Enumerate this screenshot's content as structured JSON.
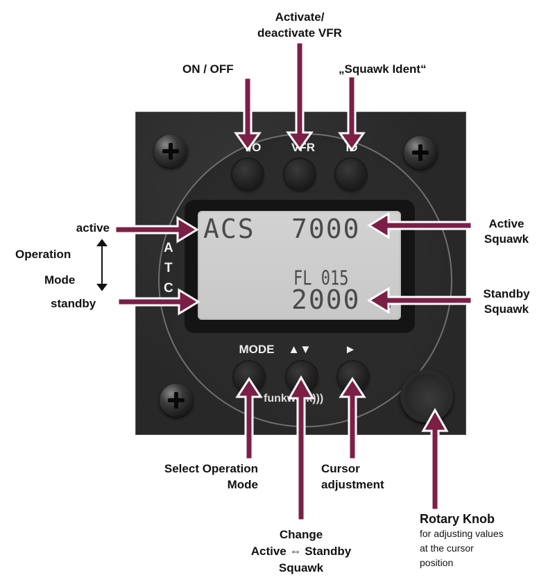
{
  "colors": {
    "arrow": "#7b1f47",
    "arrow_outline": "#ffffff",
    "panel": "#282828",
    "lcd": "#cdcdcd",
    "lcd_text": "#4a4a4a"
  },
  "top_labels": {
    "on_off": "ON / OFF",
    "vfr_line1": "Activate/",
    "vfr_line2": "deactivate VFR",
    "ident": "„Squawk Ident“"
  },
  "left_labels": {
    "active": "active",
    "operation": "Operation",
    "mode": "Mode",
    "standby": "standby"
  },
  "right_labels": {
    "active_squawk_1": "Active",
    "active_squawk_2": "Squawk",
    "standby_squawk_1": "Standby",
    "standby_squawk_2": "Squawk"
  },
  "bottom_labels": {
    "select_mode_1": "Select Operation",
    "select_mode_2": "Mode",
    "cursor_1": "Cursor",
    "cursor_2": "adjustment",
    "change_1": "Change",
    "change_2": "Active ⇔ Standby",
    "change_3": "Squawk",
    "knob_title": "Rotary Knob",
    "knob_desc_1": "for adjusting values",
    "knob_desc_2": "at the cursor",
    "knob_desc_3": "position"
  },
  "device": {
    "top_buttons": [
      {
        "label": "I/O",
        "icon": "power-toggle"
      },
      {
        "label": "VFR",
        "icon": "vfr"
      },
      {
        "label": "ID",
        "icon": "ident"
      }
    ],
    "bottom_buttons": [
      {
        "label": "MODE",
        "icon": "mode"
      },
      {
        "label": "▲▼",
        "icon": "swap-up-down-icon"
      },
      {
        "label": "►",
        "icon": "cursor-right-icon"
      }
    ],
    "side_letters": [
      "A",
      "T",
      "C"
    ],
    "brand": "funkwerk)))",
    "lcd": {
      "mode": "ACS",
      "active_code": "7000",
      "flight_level": "FL 015",
      "standby_code": "2000",
      "cursor_glyph": "Γ"
    }
  }
}
